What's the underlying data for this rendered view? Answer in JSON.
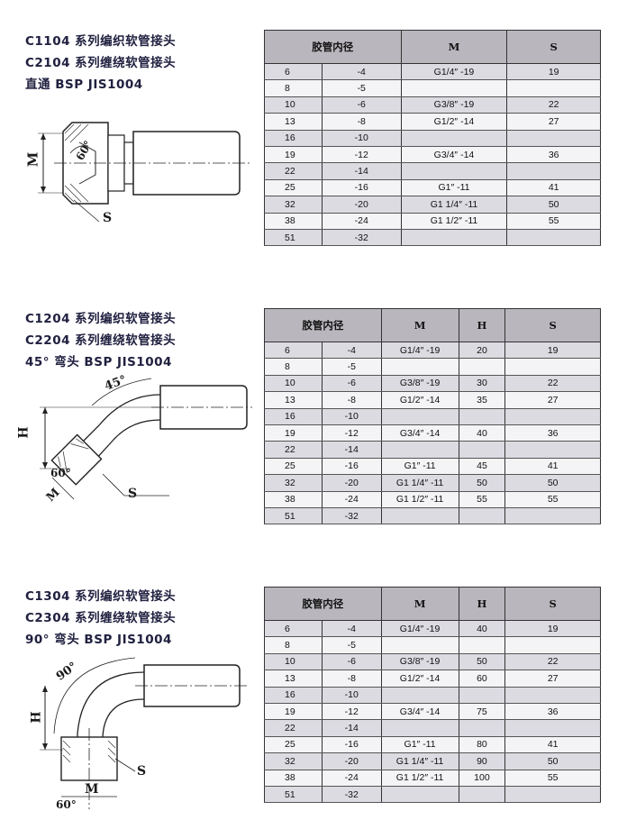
{
  "sections": [
    {
      "title_lines": [
        "C1104 系列编织软管接头",
        "C2104 系列缠绕软管接头",
        "直通 BSP JIS1004"
      ],
      "labels": {
        "m": "M",
        "s": "S",
        "angle": "60°"
      },
      "headers": [
        "胶管内径",
        "M",
        "S"
      ],
      "rows": [
        [
          "6",
          "-4",
          "G1/4″ -19",
          "19"
        ],
        [
          "8",
          "-5",
          "",
          ""
        ],
        [
          "10",
          "-6",
          "G3/8″ -19",
          "22"
        ],
        [
          "13",
          "-8",
          "G1/2″ -14",
          "27"
        ],
        [
          "16",
          "-10",
          "",
          ""
        ],
        [
          "19",
          "-12",
          "G3/4″ -14",
          "36"
        ],
        [
          "22",
          "-14",
          "",
          ""
        ],
        [
          "25",
          "-16",
          "G1″ -11",
          "41"
        ],
        [
          "32",
          "-20",
          "G1 1/4″ -11",
          "50"
        ],
        [
          "38",
          "-24",
          "G1 1/2″ -11",
          "55"
        ],
        [
          "51",
          "-32",
          "",
          ""
        ]
      ]
    },
    {
      "title_lines": [
        "C1204 系列编织软管接头",
        "C2204 系列缠绕软管接头",
        "45° 弯头 BSP JIS1004"
      ],
      "labels": {
        "m": "M",
        "s": "S",
        "h": "H",
        "angle": "60°",
        "bend": "45°"
      },
      "headers": [
        "胶管内径",
        "M",
        "H",
        "S"
      ],
      "rows": [
        [
          "6",
          "-4",
          "G1/4″ -19",
          "20",
          "19"
        ],
        [
          "8",
          "-5",
          "",
          "",
          ""
        ],
        [
          "10",
          "-6",
          "G3/8″ -19",
          "30",
          "22"
        ],
        [
          "13",
          "-8",
          "G1/2″ -14",
          "35",
          "27"
        ],
        [
          "16",
          "-10",
          "",
          "",
          ""
        ],
        [
          "19",
          "-12",
          "G3/4″ -14",
          "40",
          "36"
        ],
        [
          "22",
          "-14",
          "",
          "",
          ""
        ],
        [
          "25",
          "-16",
          "G1″ -11",
          "45",
          "41"
        ],
        [
          "32",
          "-20",
          "G1 1/4″ -11",
          "50",
          "50"
        ],
        [
          "38",
          "-24",
          "G1 1/2″ -11",
          "55",
          "55"
        ],
        [
          "51",
          "-32",
          "",
          "",
          ""
        ]
      ]
    },
    {
      "title_lines": [
        "C1304 系列编织软管接头",
        "C2304 系列缠绕软管接头",
        "90° 弯头 BSP JIS1004"
      ],
      "labels": {
        "m": "M",
        "s": "S",
        "h": "H",
        "angle": "60°",
        "bend": "90°"
      },
      "headers": [
        "胶管内径",
        "M",
        "H",
        "S"
      ],
      "rows": [
        [
          "6",
          "-4",
          "G1/4″ -19",
          "40",
          "19"
        ],
        [
          "8",
          "-5",
          "",
          "",
          ""
        ],
        [
          "10",
          "-6",
          "G3/8″ -19",
          "50",
          "22"
        ],
        [
          "13",
          "-8",
          "G1/2″ -14",
          "60",
          "27"
        ],
        [
          "16",
          "-10",
          "",
          "",
          ""
        ],
        [
          "19",
          "-12",
          "G3/4″ -14",
          "75",
          "36"
        ],
        [
          "22",
          "-14",
          "",
          "",
          ""
        ],
        [
          "25",
          "-16",
          "G1″ -11",
          "80",
          "41"
        ],
        [
          "32",
          "-20",
          "G1 1/4″ -11",
          "90",
          "50"
        ],
        [
          "38",
          "-24",
          "G1 1/2″ -11",
          "100",
          "55"
        ],
        [
          "51",
          "-32",
          "",
          "",
          ""
        ]
      ]
    }
  ]
}
